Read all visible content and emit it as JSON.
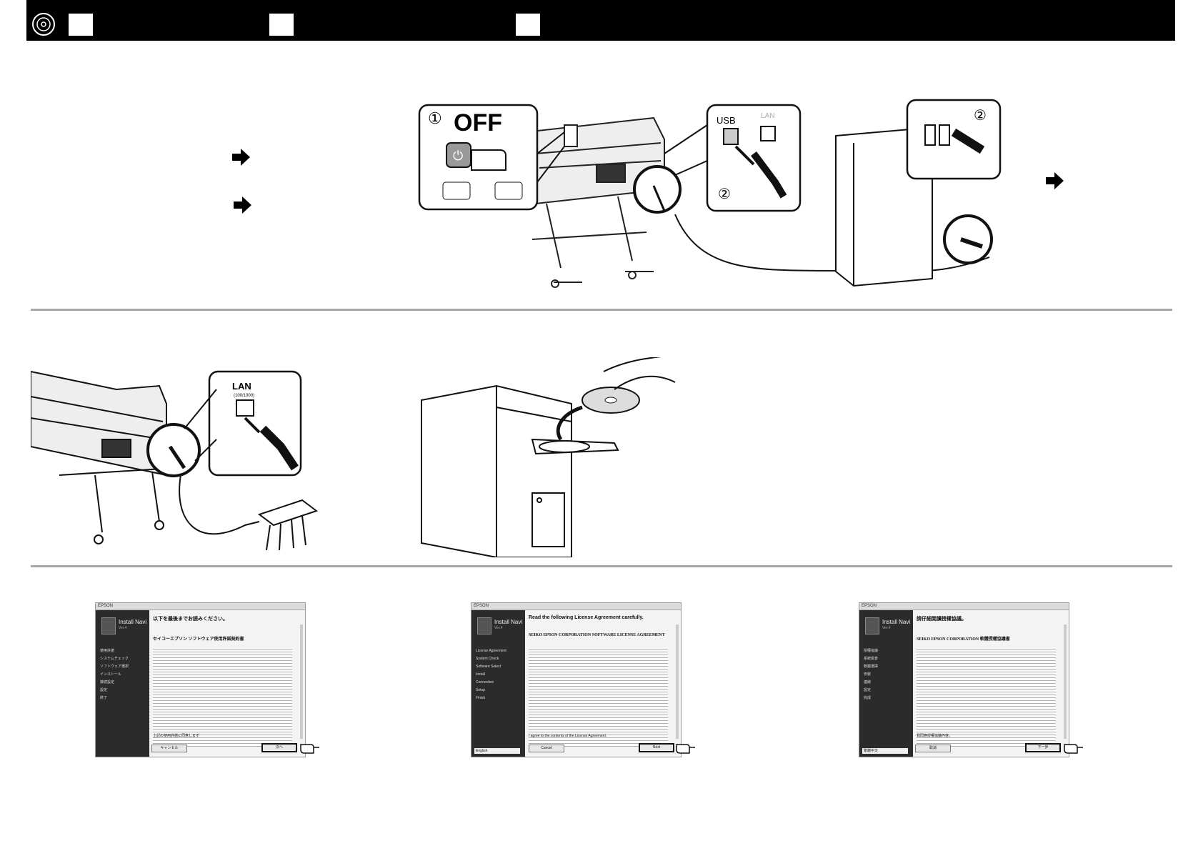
{
  "header": {
    "disc_icon": "cd-disc-icon",
    "step_boxes": [
      "",
      "",
      ""
    ]
  },
  "panel1": {
    "power_label": "OFF",
    "step_one": "①",
    "step_two": "②",
    "usb_label": "USB",
    "lan_label": "LAN"
  },
  "panel2": {
    "lan_label": "LAN",
    "lan_sub": "(100/1000)"
  },
  "screens": [
    {
      "titlebar": "EPSON",
      "brand": "Install Navi",
      "version": "Ver.4",
      "heading": "以下を最後までお読みください。",
      "corp": "セイコーエプソン ソフトウェア使用許諾契約書",
      "menu": [
        "使用許諾",
        "システムチェック",
        "ソフトウェア選択",
        "インストール",
        "接続設定",
        "設定",
        "終了"
      ],
      "agree": "上記の使用許諾に同意します",
      "cancel": "キャンセル",
      "next": "次へ",
      "lang": ""
    },
    {
      "titlebar": "EPSON",
      "brand": "Install Navi",
      "version": "Ver.4",
      "heading": "Read the following License Agreement carefully.",
      "corp": "SEIKO EPSON CORPORATION SOFTWARE LICENSE AGREEMENT",
      "menu": [
        "License Agreement",
        "System Check",
        "Software Select",
        "Install",
        "Connection",
        "Setup",
        "Finish"
      ],
      "agree": "I agree to the contents of the License Agreement.",
      "cancel": "Cancel",
      "next": "Next",
      "lang": "English"
    },
    {
      "titlebar": "EPSON",
      "brand": "Install Navi",
      "version": "Ver.4",
      "heading": "請仔細閱讀授權協議。",
      "corp": "SEIKO EPSON CORPORATION 軟體授權協議書",
      "menu": [
        "授權協議",
        "系統檢查",
        "軟體選擇",
        "安裝",
        "連線",
        "設定",
        "完成"
      ],
      "agree": "我同意授權協議內容。",
      "cancel": "取消",
      "next": "下一步",
      "lang": "繁體中文"
    }
  ]
}
